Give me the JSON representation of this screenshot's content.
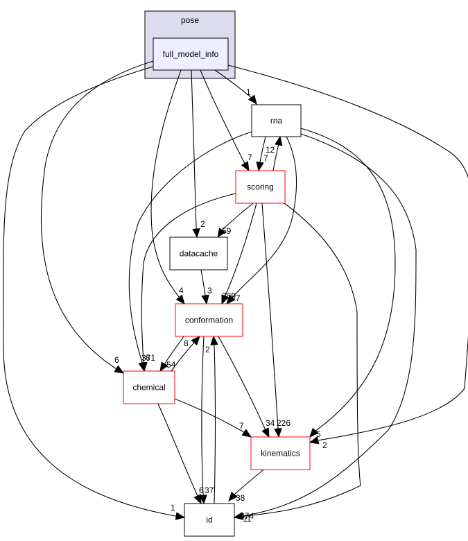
{
  "diagram": {
    "type": "directory-dependency-graph",
    "cluster": {
      "id": "pose",
      "label": "pose",
      "fill": "#dcdcee"
    },
    "colors": {
      "focus_fill": "#eeeeff",
      "red_border": "#ff0000",
      "black_border": "#000000"
    },
    "nodes": [
      {
        "id": "full_model_info",
        "label": "full_model_info",
        "style": "focus"
      },
      {
        "id": "rna",
        "label": "rna",
        "style": "normal"
      },
      {
        "id": "scoring",
        "label": "scoring",
        "style": "red"
      },
      {
        "id": "datacache",
        "label": "datacache",
        "style": "normal"
      },
      {
        "id": "conformation",
        "label": "conformation",
        "style": "red"
      },
      {
        "id": "chemical",
        "label": "chemical",
        "style": "red"
      },
      {
        "id": "kinematics",
        "label": "kinematics",
        "style": "red"
      },
      {
        "id": "id",
        "label": "id",
        "style": "normal"
      }
    ],
    "edges": [
      {
        "from": "full_model_info",
        "to": "rna",
        "label": "1"
      },
      {
        "from": "full_model_info",
        "to": "scoring",
        "label": "7"
      },
      {
        "from": "full_model_info",
        "to": "datacache",
        "label": "2"
      },
      {
        "from": "full_model_info",
        "to": "conformation",
        "label": "4"
      },
      {
        "from": "full_model_info",
        "to": "chemical",
        "label": "6"
      },
      {
        "from": "full_model_info",
        "to": "kinematics",
        "label": "2"
      },
      {
        "from": "full_model_info",
        "to": "id",
        "label": "1"
      },
      {
        "from": "rna",
        "to": "scoring",
        "label": "7"
      },
      {
        "from": "scoring",
        "to": "rna",
        "label": "12"
      },
      {
        "from": "rna",
        "to": "conformation",
        "label": "7"
      },
      {
        "from": "rna",
        "to": "chemical",
        "label": "6"
      },
      {
        "from": "rna",
        "to": "kinematics",
        "label": "5"
      },
      {
        "from": "rna",
        "to": "id",
        "label": "11"
      },
      {
        "from": "scoring",
        "to": "datacache",
        "label": "59"
      },
      {
        "from": "scoring",
        "to": "conformation",
        "label": "789"
      },
      {
        "from": "scoring",
        "to": "chemical",
        "label": "371"
      },
      {
        "from": "scoring",
        "to": "kinematics",
        "label": "226"
      },
      {
        "from": "scoring",
        "to": "id",
        "label": "374"
      },
      {
        "from": "datacache",
        "to": "conformation",
        "label": "3"
      },
      {
        "from": "conformation",
        "to": "chemical",
        "label": "54"
      },
      {
        "from": "chemical",
        "to": "conformation",
        "label": "8"
      },
      {
        "from": "conformation",
        "to": "kinematics",
        "label": "34"
      },
      {
        "from": "conformation",
        "to": "id",
        "label": "6"
      },
      {
        "from": "id",
        "to": "conformation",
        "label": "2"
      },
      {
        "from": "chemical",
        "to": "kinematics",
        "label": "7"
      },
      {
        "from": "chemical",
        "to": "id",
        "label": "37"
      },
      {
        "from": "kinematics",
        "to": "id",
        "label": "38"
      }
    ]
  }
}
